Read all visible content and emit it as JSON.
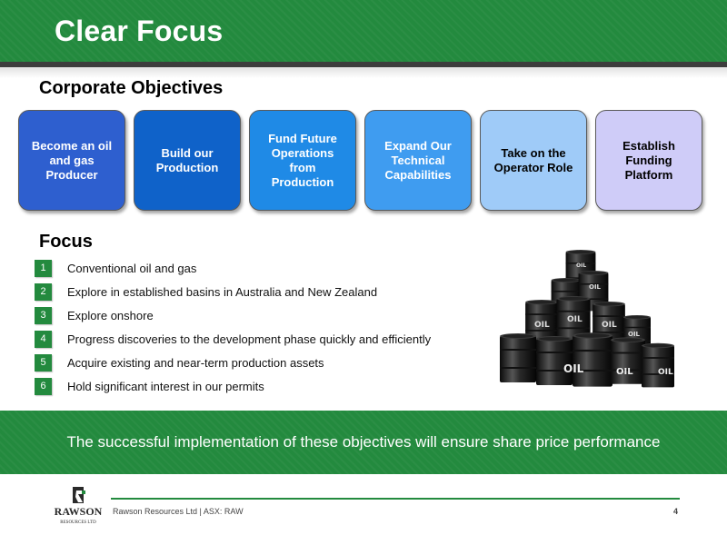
{
  "header": {
    "title": "Clear Focus"
  },
  "objectives": {
    "heading": "Corporate Objectives",
    "items": [
      {
        "label": "Become an oil and gas Producer",
        "bg": "#2e5fcf",
        "fg": "#ffffff"
      },
      {
        "label": "Build our Production",
        "bg": "#0f62c9",
        "fg": "#ffffff"
      },
      {
        "label": "Fund Future Operations from Production",
        "bg": "#1f8ae6",
        "fg": "#ffffff"
      },
      {
        "label": "Expand Our Technical Capabilities",
        "bg": "#3f9cf0",
        "fg": "#ffffff"
      },
      {
        "label": "Take on the Operator Role",
        "bg": "#9fcbf8",
        "fg": "#000000"
      },
      {
        "label": "Establish Funding Platform",
        "bg": "#cfccf8",
        "fg": "#000000"
      }
    ]
  },
  "focus": {
    "heading": "Focus",
    "items": [
      {
        "num": "1",
        "text": "Conventional oil and gas"
      },
      {
        "num": "2",
        "text": "Explore in established basins in Australia and New Zealand"
      },
      {
        "num": "3",
        "text": "Explore onshore"
      },
      {
        "num": "4",
        "text": "Progress discoveries to the development phase quickly and efficiently"
      },
      {
        "num": "5",
        "text": "Acquire existing and near-term production assets"
      },
      {
        "num": "6",
        "text": "Hold significant interest in our permits"
      }
    ]
  },
  "image": {
    "barrel_label": "OIL"
  },
  "banner": {
    "text": "The successful implementation of these objectives will ensure share price performance"
  },
  "footer": {
    "logo_text": "RAWSON",
    "logo_subtext": "RESOURCES LTD",
    "company": "Rawson Resources Ltd   |   ASX: RAW",
    "page": "4"
  },
  "colors": {
    "brand_green": "#238a3e",
    "dark_rule": "#3d3d3d"
  }
}
